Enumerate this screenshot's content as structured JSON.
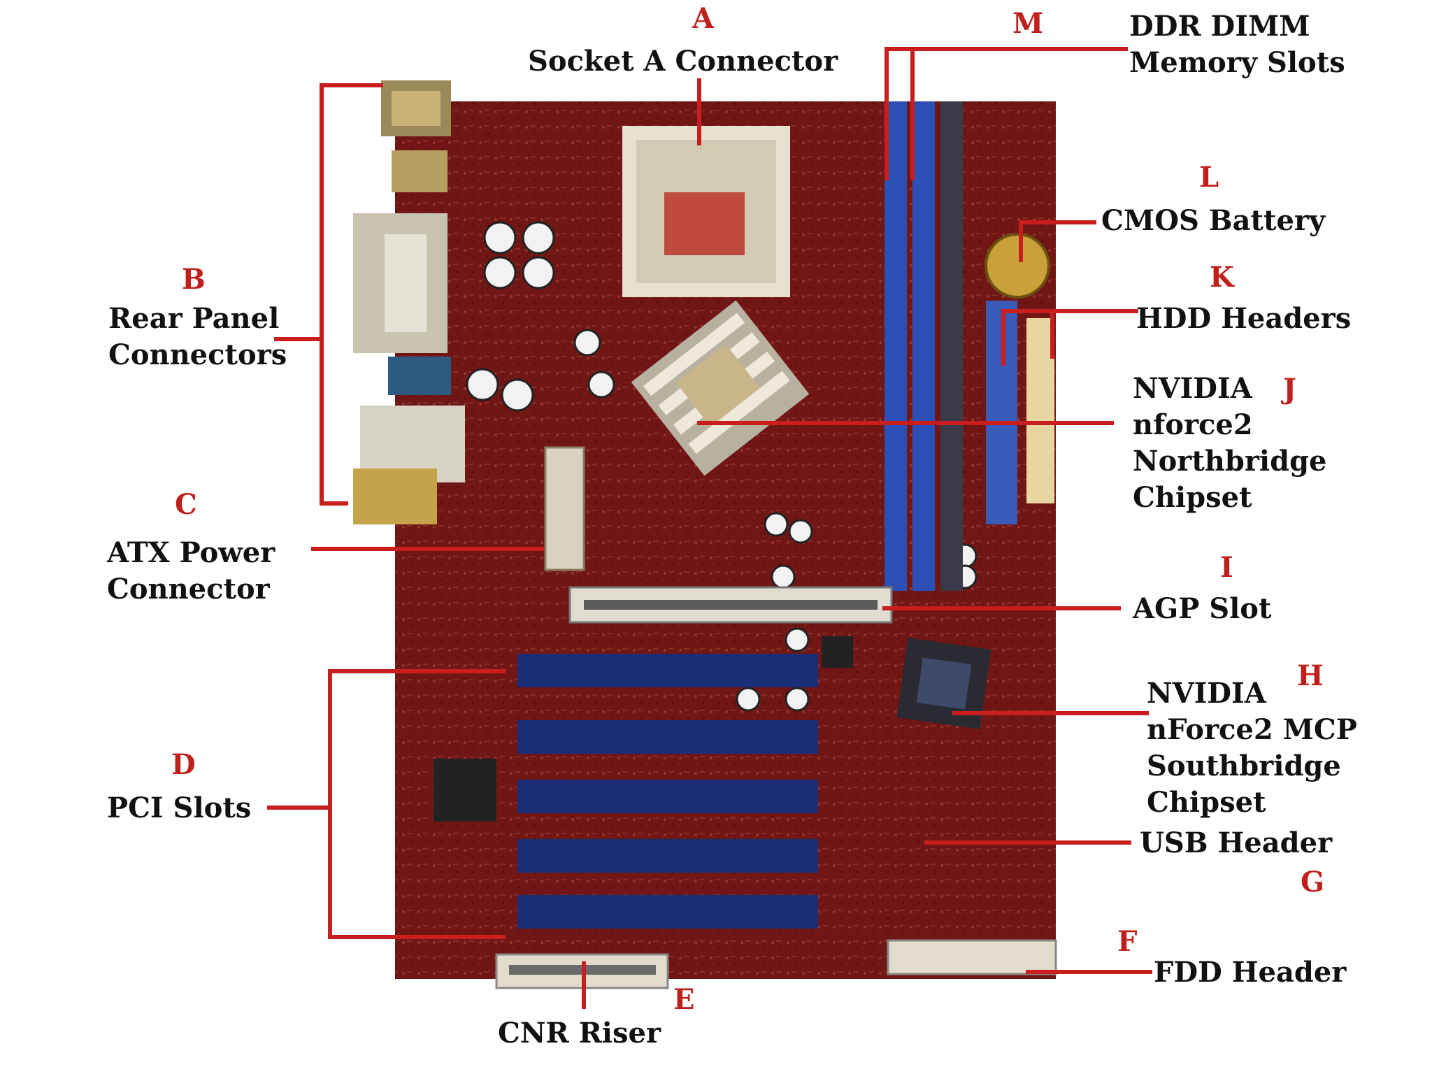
{
  "colors": {
    "board": "#7a1a18",
    "board_dark": "#4e0e0d",
    "leader": "#c81e1e",
    "slot_blue": "#1c2d78",
    "dimm_blue": "#2c4fb6",
    "letter": "#c0201b"
  },
  "labels": {
    "A": {
      "letter": "A",
      "text": "Socket A Connector"
    },
    "B": {
      "letter": "B",
      "lines": [
        "Rear Panel",
        "Connectors"
      ]
    },
    "C": {
      "letter": "C",
      "lines": [
        "ATX Power",
        "Connector"
      ]
    },
    "D": {
      "letter": "D",
      "text": "PCI Slots"
    },
    "E": {
      "letter": "E",
      "text": "CNR Riser"
    },
    "F": {
      "letter": "F",
      "text": "FDD Header"
    },
    "G": {
      "letter": "G",
      "text": "USB Header"
    },
    "H": {
      "letter": "H",
      "lines": [
        "NVIDIA",
        "nForce2 MCP",
        "Southbridge",
        "Chipset"
      ]
    },
    "I": {
      "letter": "I",
      "text": "AGP Slot"
    },
    "J": {
      "letter": "J",
      "lines": [
        "NVIDIA",
        "nforce2",
        "Northbridge",
        "Chipset"
      ]
    },
    "K": {
      "letter": "K",
      "text": "HDD Headers"
    },
    "L": {
      "letter": "L",
      "text": "CMOS Battery"
    },
    "M": {
      "letter": "M",
      "lines": [
        "DDR DIMM",
        "Memory Slots"
      ]
    }
  }
}
